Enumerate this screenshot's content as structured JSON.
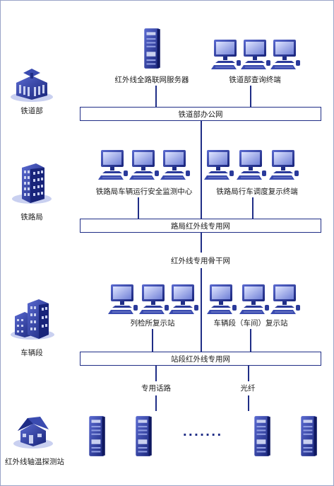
{
  "levels": {
    "ministry": "铁道部",
    "bureau": "铁路局",
    "depot": "车辆段",
    "station": "红外线轴温探测站"
  },
  "ministry_section": {
    "server_label": "红外线全路联网服务器",
    "terminals_label": "铁道部查询终端",
    "network": "铁道部办公网"
  },
  "bureau_section": {
    "center_label": "铁路局车辆运行安全监测中心",
    "terminals_label": "铁路局行车调度复示终端",
    "network": "路局红外线专用网"
  },
  "backbone_label": "红外线专用骨干网",
  "depot_section": {
    "inspection_label": "列检所复示站",
    "depot_label": "车辆段（车间）复示站",
    "network": "站段红外线专用网"
  },
  "links": {
    "left": "专用话路",
    "right": "光纤"
  },
  "ellipsis": "·······",
  "colors": {
    "primary": "#1f2d86",
    "accent": "#3a4bb0",
    "light": "#c9d0f0"
  },
  "icons": [
    "building-icon",
    "tower-icon",
    "office-icon",
    "house-icon",
    "server-icon",
    "computer-icon"
  ]
}
